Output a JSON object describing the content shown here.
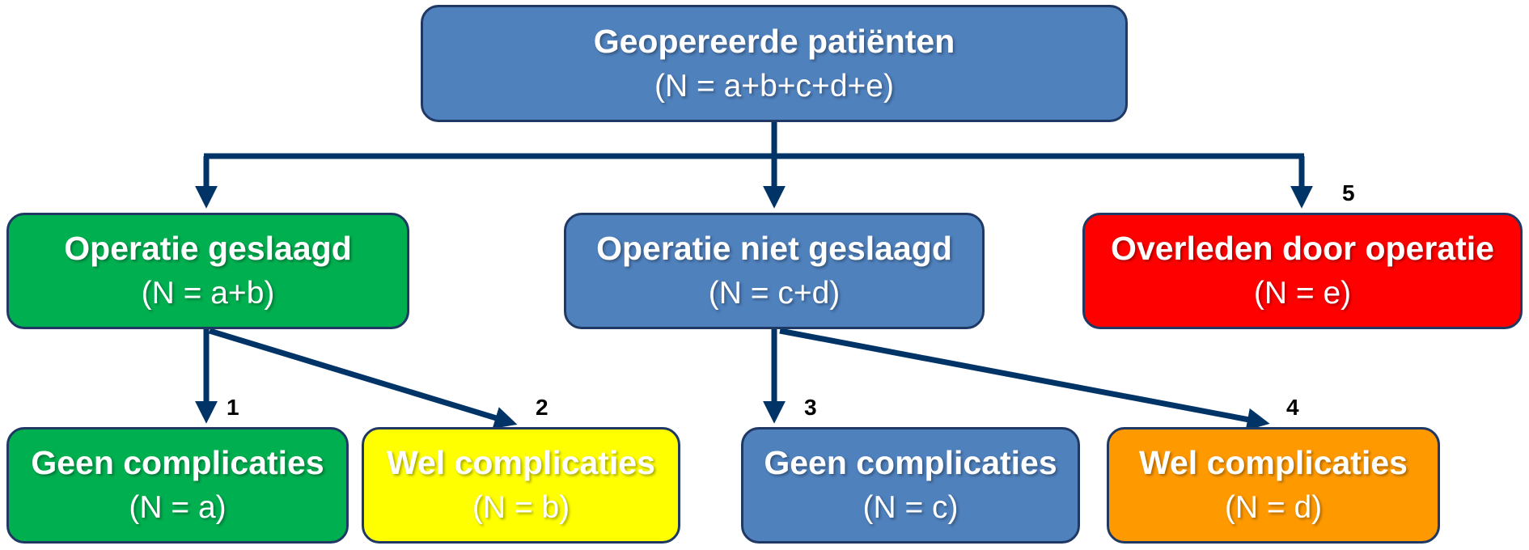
{
  "colors": {
    "blue": "#4f81bd",
    "green": "#00b050",
    "red": "#ff0000",
    "yellow": "#ffff00",
    "orange": "#ff9900",
    "arrow": "#003366"
  },
  "root": {
    "title": "Geopereerde patiënten",
    "n": "(N = a+b+c+d+e)"
  },
  "success": {
    "title": "Operatie geslaagd",
    "n": "(N = a+b)"
  },
  "fail": {
    "title": "Operatie niet geslaagd",
    "n": "(N = c+d)"
  },
  "died": {
    "title": "Overleden door operatie",
    "n": "(N = e)"
  },
  "success_none": {
    "title": "Geen complicaties",
    "n": "(N = a)"
  },
  "success_comp": {
    "title": "Wel complicaties",
    "n": "(N = b)"
  },
  "fail_none": {
    "title": "Geen complicaties",
    "n": "(N = c)"
  },
  "fail_comp": {
    "title": "Wel complicaties",
    "n": "(N = d)"
  },
  "labels": [
    "1",
    "2",
    "3",
    "4",
    "5"
  ]
}
